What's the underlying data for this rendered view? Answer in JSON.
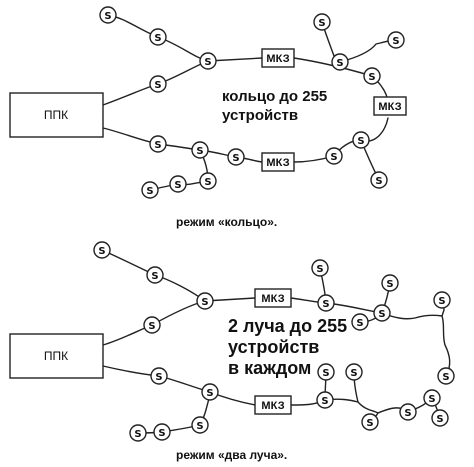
{
  "ppk_label": "ППК",
  "mkz_label": "МКЗ",
  "device_symbol": "S",
  "ring": {
    "text_line1": "кольцо до 255",
    "text_line2": "устройств",
    "caption": "режим  «кольцо»."
  },
  "two_rays": {
    "text_line1": "2 луча до 255",
    "text_line2": "устройств",
    "text_line3": "в каждом",
    "caption": "режим  «два луча»."
  }
}
